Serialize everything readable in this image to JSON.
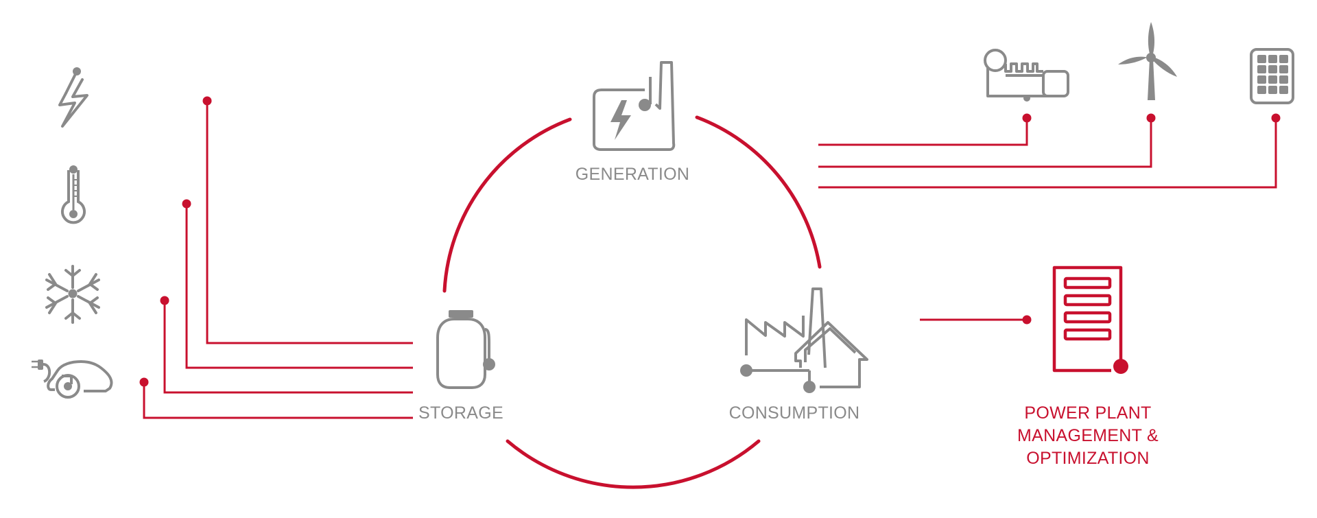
{
  "colors": {
    "accent_red": "#c8102e",
    "icon_grey": "#8a8a8a"
  },
  "labels": {
    "generation": "GENERATION",
    "storage": "STORAGE",
    "consumption": "CONSUMPTION",
    "power_plant": [
      "POWER PLANT",
      "MANAGEMENT &",
      "OPTIMIZATION"
    ]
  },
  "icons": {
    "left": [
      "lightning-bolt-icon",
      "thermometer-icon",
      "snowflake-icon",
      "electric-car-icon"
    ],
    "top_right": [
      "steam-turbine-icon",
      "wind-turbine-icon",
      "solar-panel-icon"
    ],
    "cycle": [
      "power-plant-icon",
      "storage-tank-icon",
      "factory-house-icon"
    ],
    "control": "control-cabinet-icon"
  }
}
